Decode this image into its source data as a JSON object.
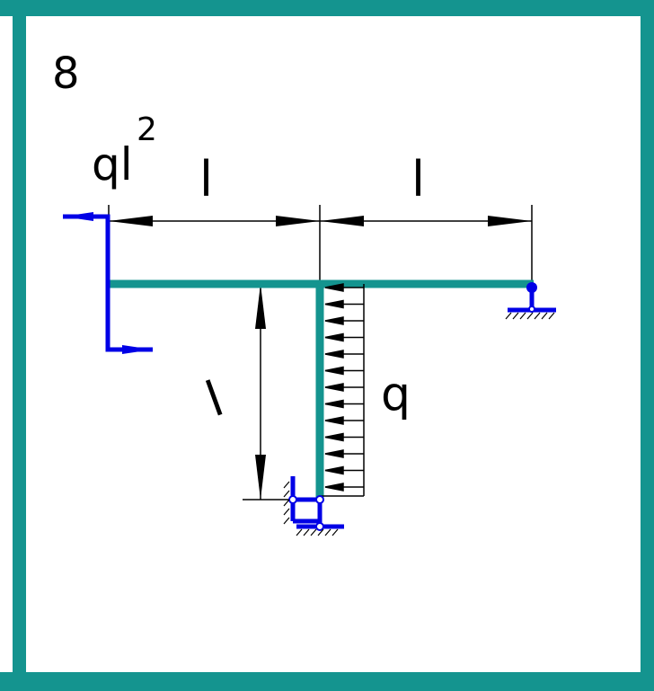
{
  "panel": {
    "number": "8",
    "frame_color": "#14948f"
  },
  "diagram": {
    "moment_label_base": "ql",
    "moment_label_exp": "2",
    "span_left_label": "l",
    "span_right_label": "l",
    "column_height_label": "l",
    "distributed_load_label": "q",
    "beam_color": "#14948f",
    "support_color": "#0000e6",
    "dimension_color": "#000000"
  }
}
